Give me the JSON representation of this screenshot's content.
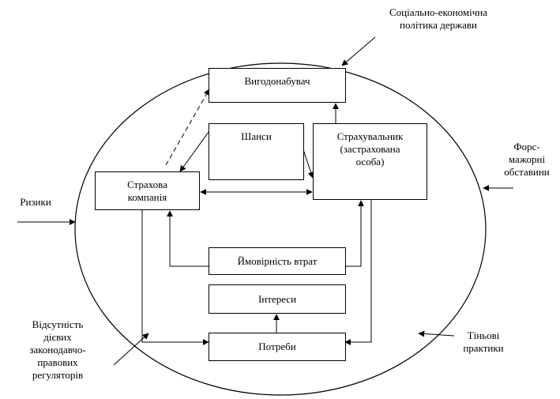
{
  "diagram": {
    "boxes": {
      "beneficiary": "Вигодонабувач",
      "chances": "Шанси",
      "insured": "Страхувальник\n(застрахована\nособа)",
      "insurer": "Страхова\nкомпанія",
      "loss_probability": "Ймовірність втрат",
      "interests": "Інтереси",
      "needs": "Потреби"
    },
    "external": {
      "state_policy": "Соціально-економічна\nполітика держави",
      "force_majeure": "Форс-\nмажорні\nобставини",
      "risks": "Ризики",
      "no_regulators": "Відсутність\nдієвих\nзаконодавчо-\nправових\nрегуляторів",
      "shadow_practices": "Тіньові\nпрактики"
    }
  }
}
